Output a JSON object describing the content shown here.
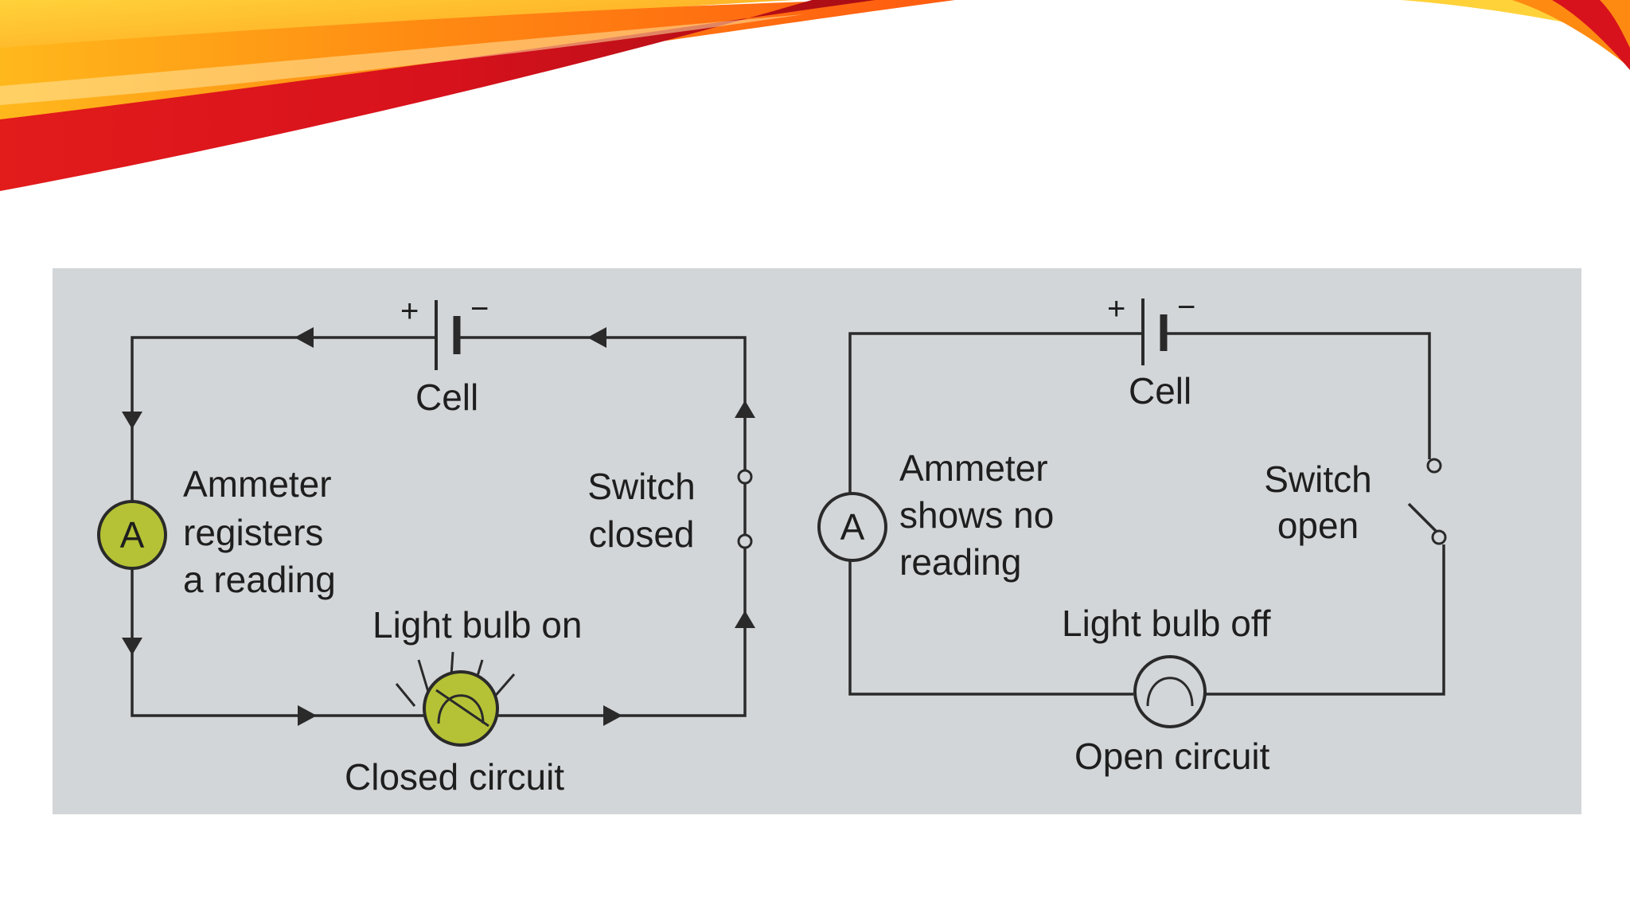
{
  "colors": {
    "banner_red": "#d9141a",
    "banner_orange": "#f26b14",
    "banner_yellow": "#ffc61a",
    "figure_background": "#d3d6d8",
    "wire": "#2a2a2a",
    "meter_fill_active": "#b5c236",
    "meter_fill_inactive": "#d3d6d8"
  },
  "closed_circuit": {
    "cell_plus": "+",
    "cell_minus": "−",
    "cell_label": "Cell",
    "ammeter_symbol": "A",
    "ammeter_line1": "Ammeter",
    "ammeter_line2": "registers",
    "ammeter_line3": "a reading",
    "switch_line1": "Switch",
    "switch_line2": "closed",
    "bulb_label": "Light bulb on",
    "caption": "Closed circuit"
  },
  "open_circuit": {
    "cell_plus": "+",
    "cell_minus": "−",
    "cell_label": "Cell",
    "ammeter_symbol": "A",
    "ammeter_line1": "Ammeter",
    "ammeter_line2": "shows no",
    "ammeter_line3": "reading",
    "switch_line1": "Switch",
    "switch_line2": "open",
    "bulb_label": "Light bulb off",
    "caption": "Open circuit"
  }
}
